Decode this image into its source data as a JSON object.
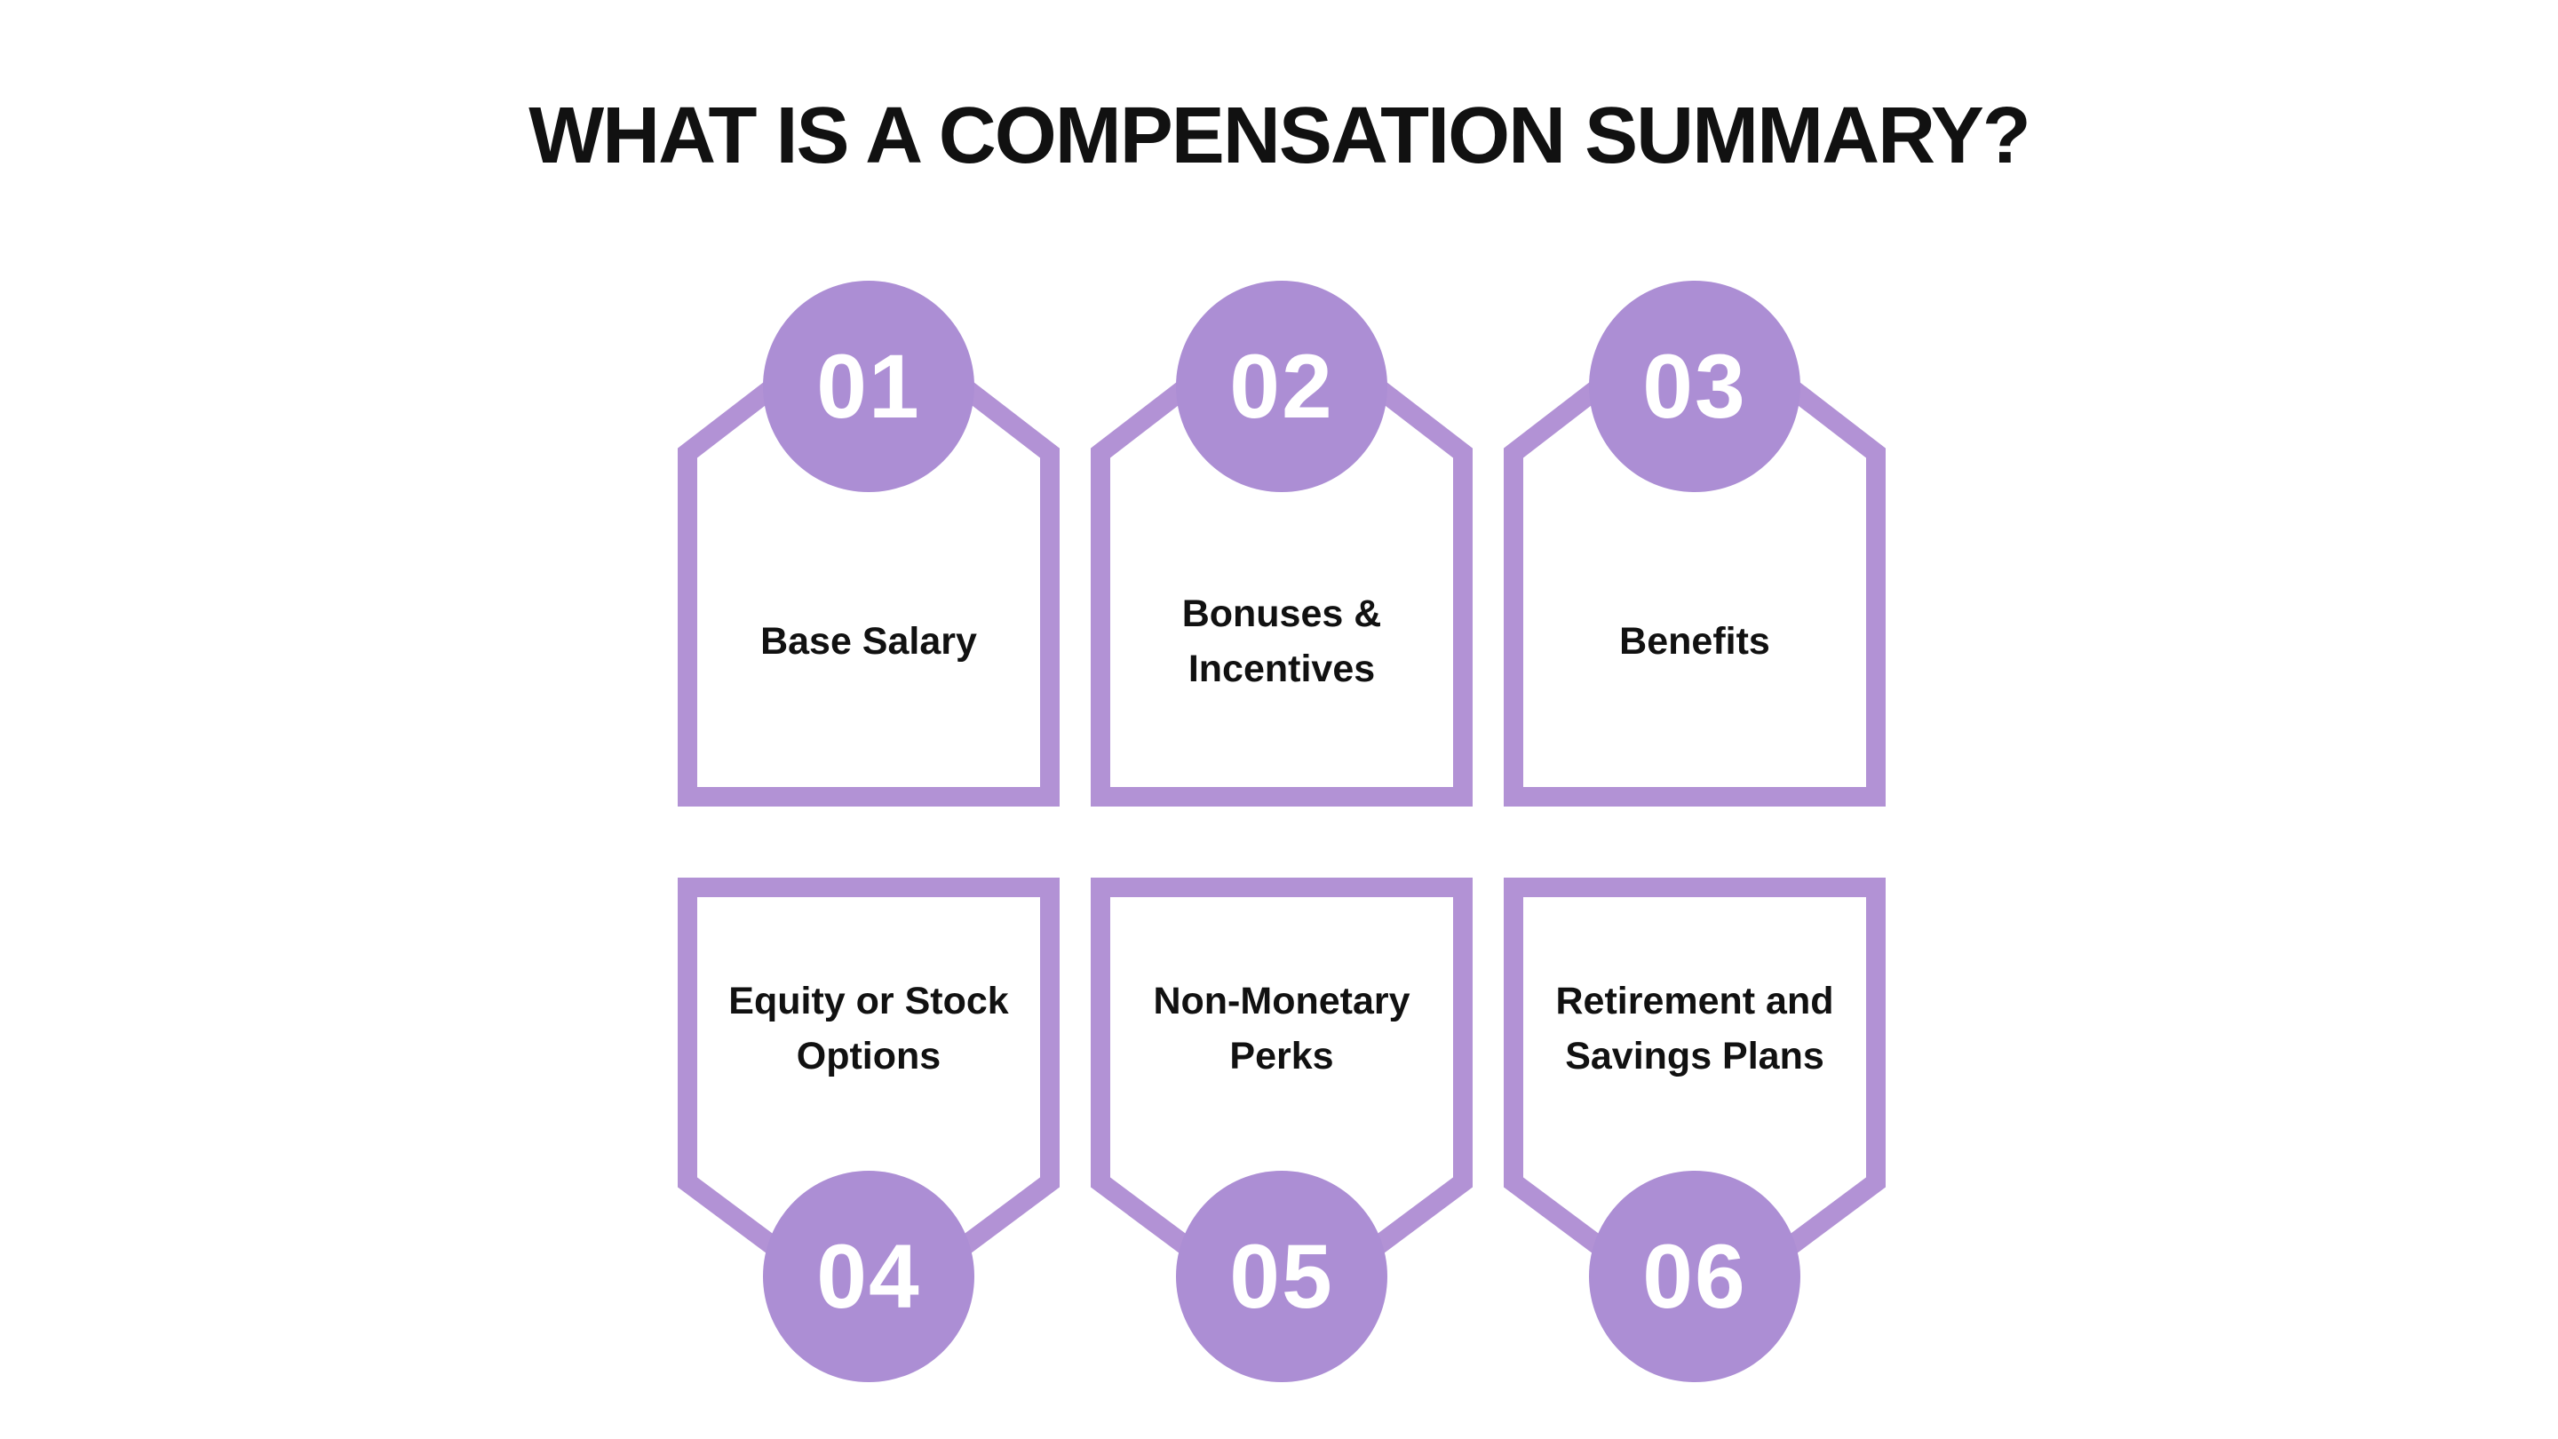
{
  "title": "WHAT IS A COMPENSATION SUMMARY?",
  "colors": {
    "background": "#ffffff",
    "purple_stroke": "#b292d5",
    "circle_fill": "#ac8ed4",
    "number_text": "#ffffff",
    "label_text": "#111111"
  },
  "cards": [
    {
      "number": "01",
      "label": "Base Salary",
      "circle_position": "top"
    },
    {
      "number": "02",
      "label": "Bonuses &\nIncentives",
      "circle_position": "top"
    },
    {
      "number": "03",
      "label": "Benefits",
      "circle_position": "top"
    },
    {
      "number": "04",
      "label": "Equity or Stock\nOptions",
      "circle_position": "bottom"
    },
    {
      "number": "05",
      "label": "Non-Monetary\nPerks",
      "circle_position": "bottom"
    },
    {
      "number": "06",
      "label": "Retirement and\nSavings Plans",
      "circle_position": "bottom"
    }
  ]
}
